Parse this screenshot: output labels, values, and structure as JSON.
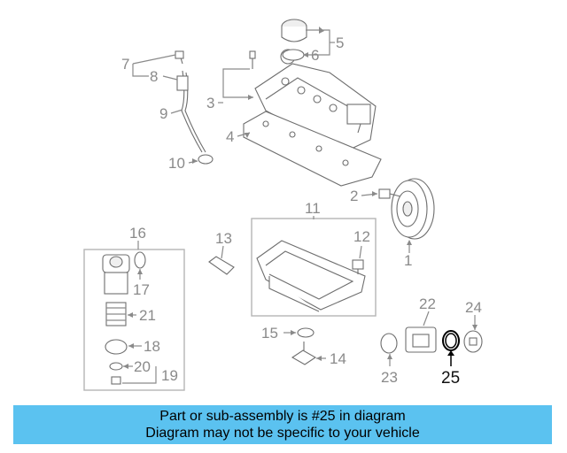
{
  "callouts": {
    "c1": "1",
    "c2": "2",
    "c3": "3",
    "c4": "4",
    "c5": "5",
    "c6": "6",
    "c7": "7",
    "c8": "8",
    "c9": "9",
    "c10": "10",
    "c11": "11",
    "c12": "12",
    "c13": "13",
    "c14": "14",
    "c15": "15",
    "c16": "16",
    "c17": "17",
    "c18": "18",
    "c19": "19",
    "c20": "20",
    "c21": "21",
    "c22": "22",
    "c23": "23",
    "c24": "24",
    "c25": "25"
  },
  "highlight_part": "25",
  "banner": {
    "line1": "Part or sub-assembly is #25 in diagram",
    "line2": "Diagram may not be specific to your vehicle",
    "background": "#5bc2f0"
  }
}
